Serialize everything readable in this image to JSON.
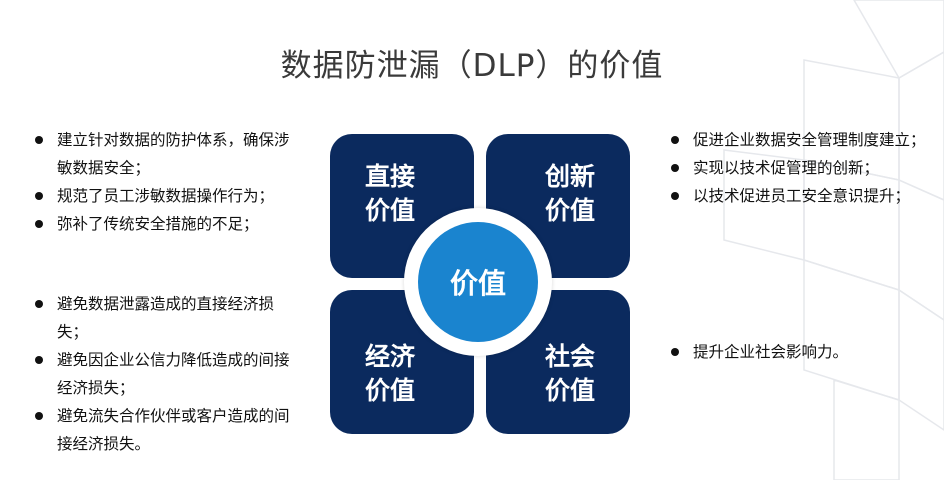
{
  "title": "数据防泄漏（DLP）的价值",
  "center_label": "价值",
  "quadrants": {
    "top_left": "直接\n价值",
    "top_right": "创新\n价值",
    "bottom_left": "经济\n价值",
    "bottom_right": "社会\n价值"
  },
  "left_top_items": [
    "建立针对数据的防护体系，确保涉敏数据安全；",
    "规范了员工涉敏数据操作行为；",
    "弥补了传统安全措施的不足；"
  ],
  "left_bottom_items": [
    "避免数据泄露造成的直接经济损失；",
    "避免因企业公信力降低造成的间接经济损失；",
    "避免流失合作伙伴或客户造成的间接经济损失。"
  ],
  "right_top_items": [
    "促进企业数据安全管理制度建立；",
    "实现以技术促管理的创新；",
    "以技术促进员工安全意识提升；"
  ],
  "right_bottom_items": [
    "提升企业社会影响力。"
  ],
  "colors": {
    "quadrant": "#0b2a5e",
    "center": "#1a84cf",
    "title": "#3a3a3a"
  }
}
